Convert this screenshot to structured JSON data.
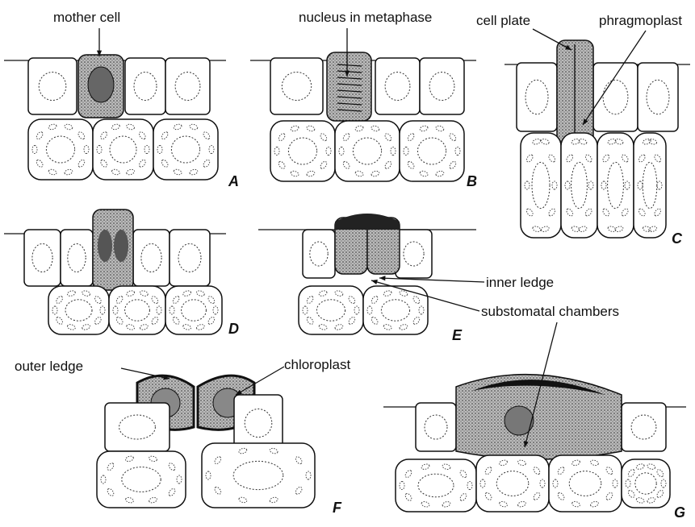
{
  "labels": {
    "mother_cell": "mother cell",
    "nucleus_metaphase": "nucleus in metaphase",
    "cell_plate": "cell plate",
    "phragmoplast": "phragmoplast",
    "inner_ledge": "inner ledge",
    "substomatal_chambers": "substomatal chambers",
    "outer_ledge": "outer ledge",
    "chloroplast": "chloroplast"
  },
  "panels": [
    "A",
    "B",
    "C",
    "D",
    "E",
    "F",
    "G"
  ]
}
